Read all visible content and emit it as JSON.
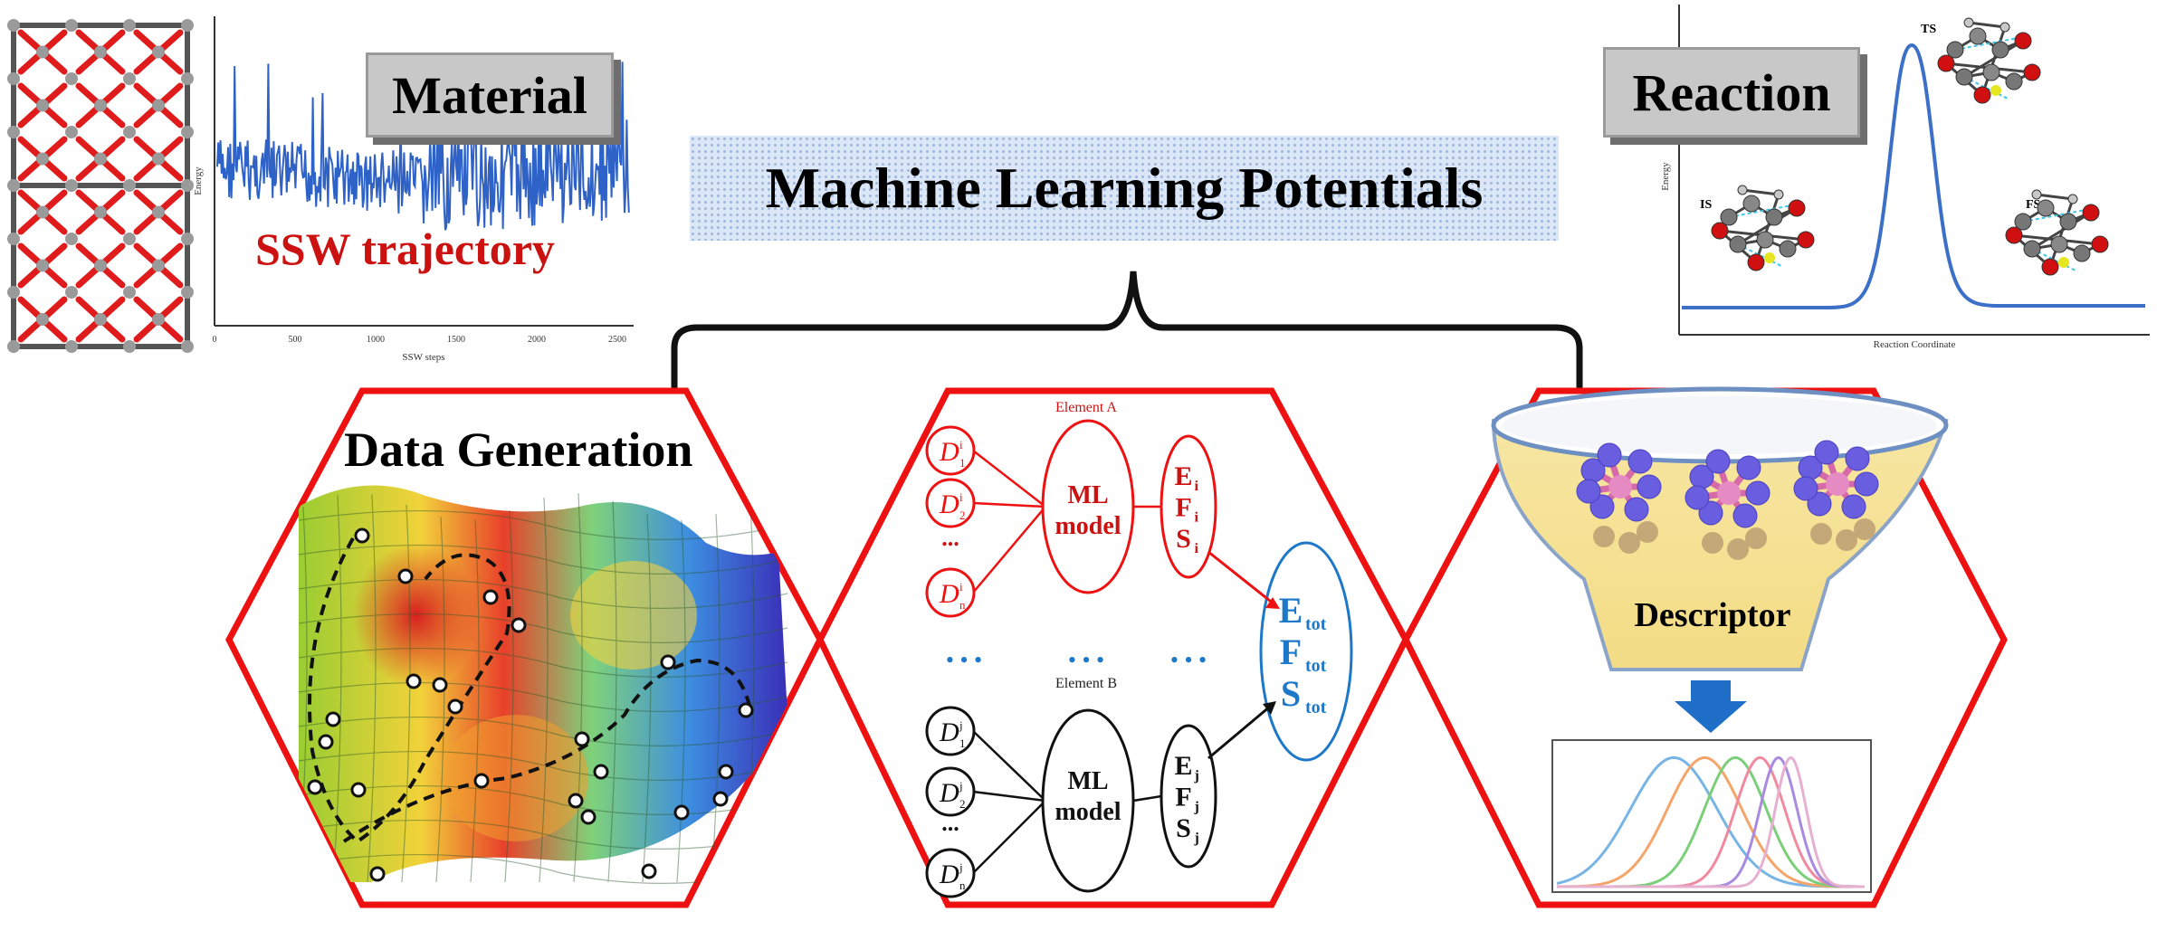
{
  "material": {
    "label": "Material",
    "trajectory_label": "SSW trajectory",
    "xlabel": "SSW steps",
    "ylabel": "Energy",
    "xticks": [
      "0",
      "500",
      "1000",
      "1500",
      "2000",
      "2500"
    ]
  },
  "reaction": {
    "label": "Reaction",
    "ylabel": "Energy",
    "xlabel": "Reaction Coordinate",
    "ts": "TS",
    "is": "IS",
    "fs": "FS"
  },
  "title": "Machine Learning Potentials",
  "data_generation": {
    "label": "Data Generation"
  },
  "network": {
    "element_a": "Element A",
    "element_b": "Element B",
    "model_line1": "ML",
    "model_line2": "model",
    "ellipsis": "...",
    "dots": "• • •",
    "d_symbol": "D",
    "outputs_i": {
      "e": "E",
      "f": "F",
      "s": "S",
      "sub": "i"
    },
    "outputs_j": {
      "e": "E",
      "f": "F",
      "s": "S",
      "sub": "j"
    },
    "total": {
      "e": "E",
      "f": "F",
      "s": "S",
      "sub": "tot"
    }
  },
  "descriptor": {
    "label": "Descriptor"
  },
  "colors": {
    "hex_border": "#ee1111",
    "red_text": "#cc1111",
    "blue_text": "#1e78c8",
    "trajectory": "#2e62c6"
  }
}
